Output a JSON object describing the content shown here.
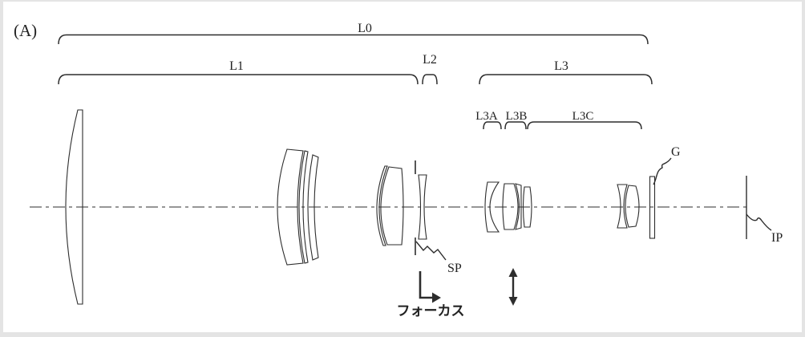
{
  "figure": {
    "panel_label": "(A)",
    "type_note": "zoom-lens cross-section patent figure"
  },
  "labels": {
    "panel": "(A)",
    "l0": "L0",
    "l1": "L1",
    "l2": "L2",
    "l3": "L3",
    "l3a": "L3A",
    "l3b": "L3B",
    "l3c": "L3C",
    "sp": "SP",
    "g": "G",
    "ip": "IP",
    "focus": "フォーカス"
  },
  "colors": {
    "background": "#ffffff",
    "frame": "#e4e4e4",
    "line": "#2d2d2d"
  }
}
